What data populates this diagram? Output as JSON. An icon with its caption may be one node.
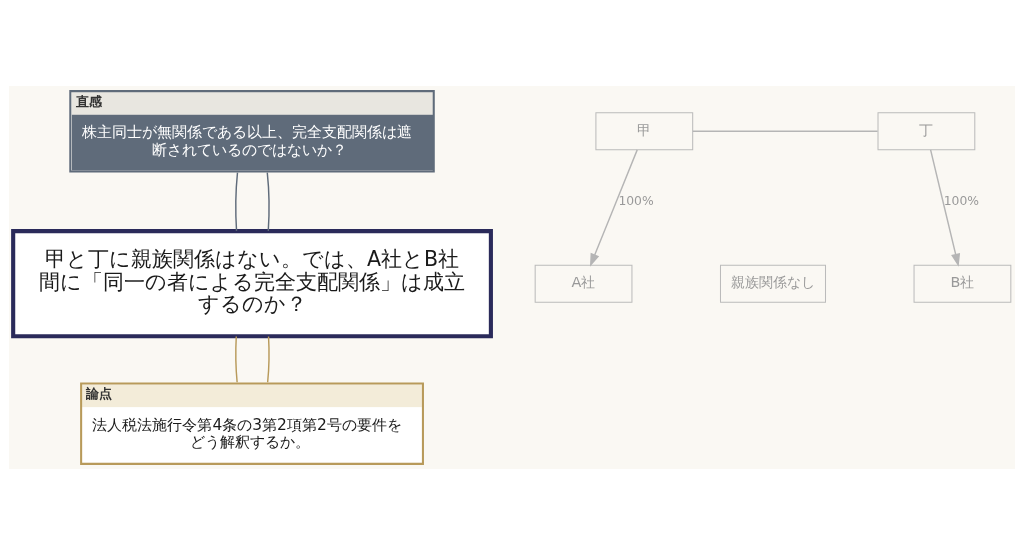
{
  "diagram": {
    "nodes": [
      {
        "text": [
          "直感",
          "株主同士が無関係である以上、完全支配関係は遮断されているのではないか？"
        ]
      },
      {
        "text": [
          "甲と丁に親族関係はない。では、A社とB社間に「同一の者による完全支配関係」は成立するのか？"
        ]
      },
      {
        "text": [
          "論点",
          "法人税法施行令第4条の3第2項第2号の要件をどう解釈するか。"
        ]
      },
      {
        "text": [
          "甲"
        ]
      },
      {
        "text": [
          "丁"
        ]
      },
      {
        "text": [
          "親族関係なし"
        ]
      },
      {
        "text": [
          "A社"
        ]
      },
      {
        "text": [
          "B社"
        ]
      }
    ],
    "edges": [
      {
        "from": 0,
        "to": 1,
        "arrow": "none",
        "color": "#5f6b7a"
      },
      {
        "from": 0,
        "to": 1,
        "arrow": "none",
        "color": "#5f6b7a"
      },
      {
        "from": 1,
        "to": 2,
        "arrow": "none",
        "color": "#b89a5a"
      },
      {
        "from": 1,
        "to": 2,
        "arrow": "none",
        "color": "#b89a5a"
      },
      {
        "from": 3,
        "to": 4,
        "arrow": "none",
        "color": "#b5b5b5"
      },
      {
        "from": 3,
        "to": 6,
        "arrow": "to",
        "label": "100%",
        "color": "#b5b5b5"
      },
      {
        "from": 4,
        "to": 7,
        "arrow": "to",
        "label": "100%",
        "color": "#b5b5b5"
      }
    ]
  }
}
